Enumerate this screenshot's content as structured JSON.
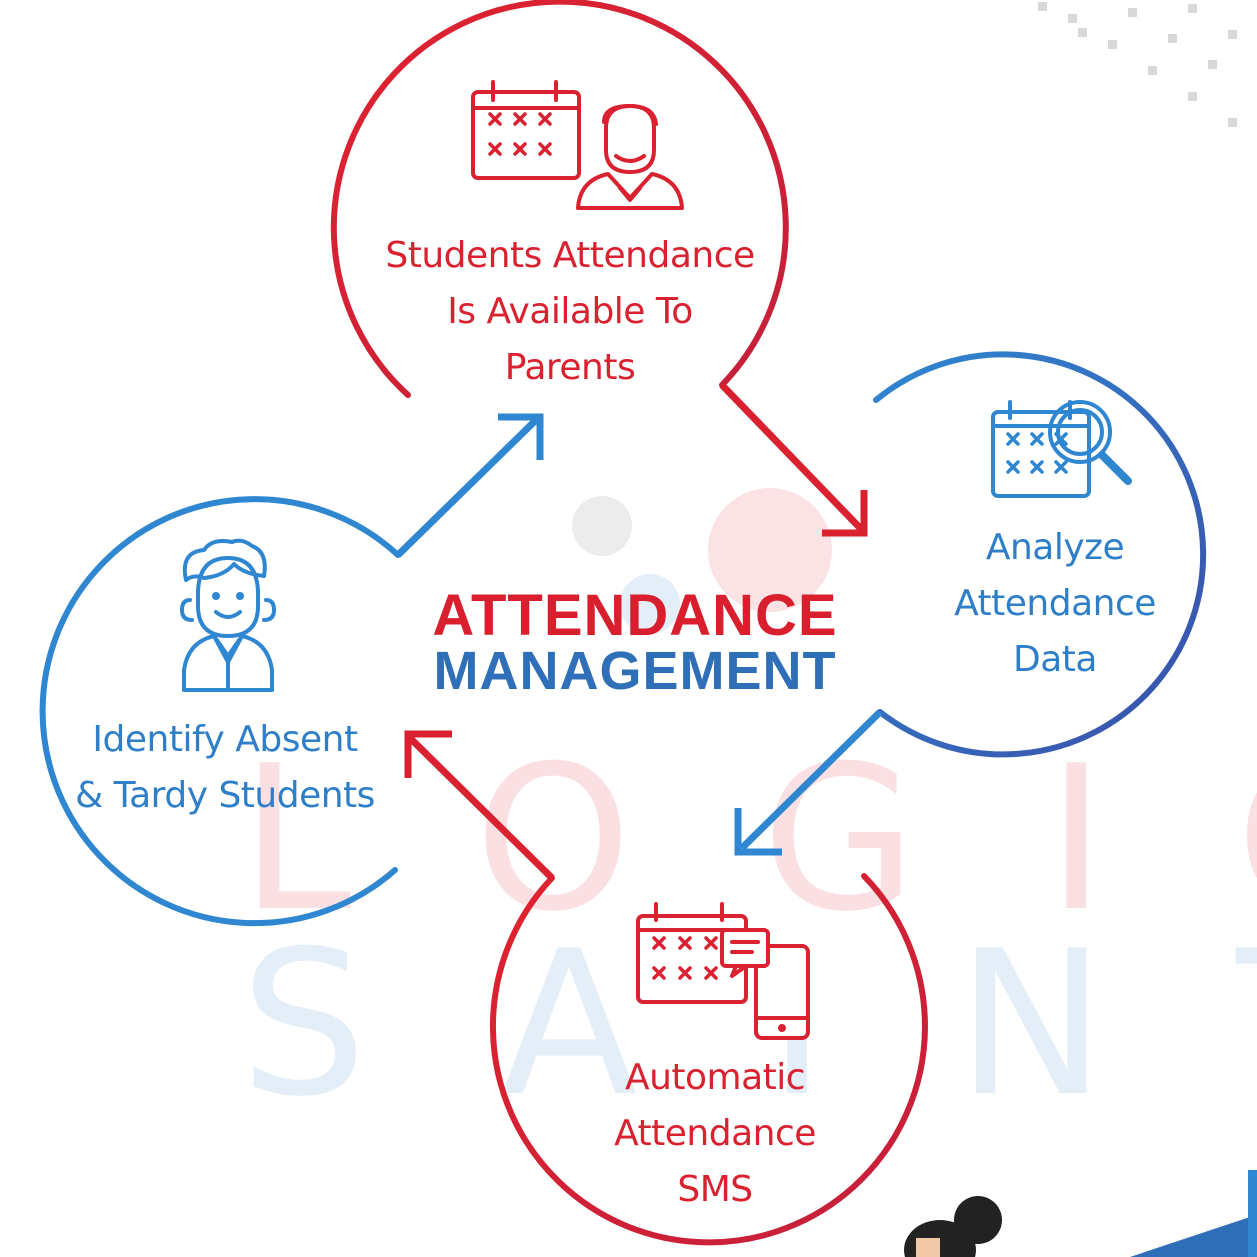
{
  "title": {
    "line1": "ATTENDANCE",
    "line2": "MANAGEMENT"
  },
  "nodes": [
    {
      "id": "top",
      "lines": [
        "Students Attendance",
        "Is Available To",
        "Parents"
      ],
      "icon": "calendar-parent-icon"
    },
    {
      "id": "right",
      "lines": [
        "Analyze",
        "Attendance",
        "Data"
      ],
      "icon": "calendar-search-icon"
    },
    {
      "id": "bottom",
      "lines": [
        "Automatic",
        "Attendance",
        "SMS"
      ],
      "icon": "calendar-sms-icon"
    },
    {
      "id": "left",
      "lines": [
        "Identify Absent",
        "& Tardy Students"
      ],
      "icon": "student-icon"
    }
  ],
  "watermark": {
    "line1": "LOGIC",
    "line2": "SAINT"
  },
  "colors": {
    "red": "#d92130",
    "blue": "#2f7fc8",
    "dark_blue": "#3a5fb0"
  }
}
